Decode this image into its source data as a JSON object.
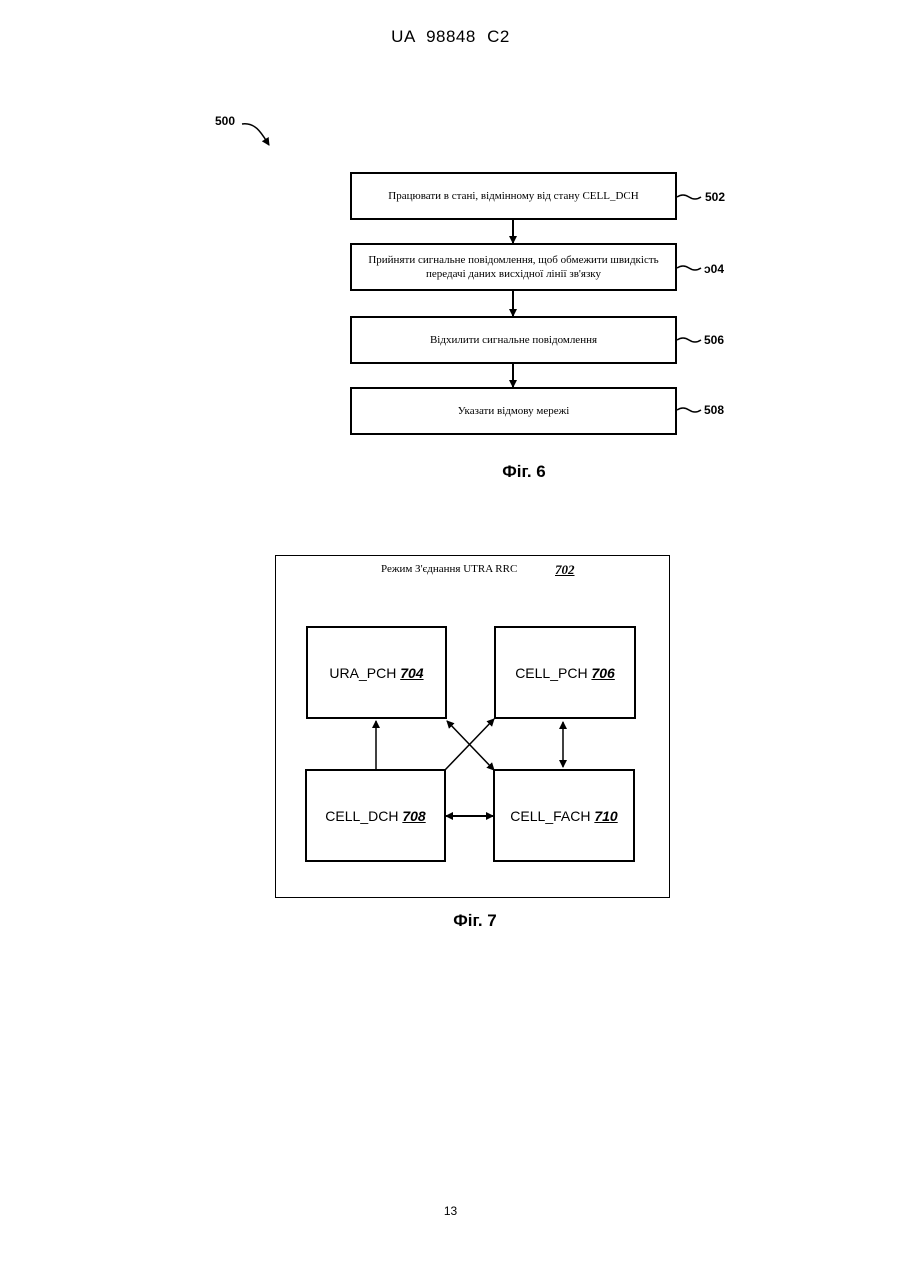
{
  "header": {
    "patent_number": "UA   98848   C2"
  },
  "figure6": {
    "ref_main": "500",
    "steps": [
      {
        "ref": "502",
        "text": "Працювати в стані, відмінному від стану CELL_DCH"
      },
      {
        "ref": "ɔ04",
        "text": "Прийняти сигнальне повідомлення, щоб обмежити швидкість передачі даних висхідної лінії зв'язку"
      },
      {
        "ref": "506",
        "text": "Відхилити сигнальне повідомлення"
      },
      {
        "ref": "508",
        "text": "Указати відмову мережі"
      }
    ],
    "caption": "Фіг. 6"
  },
  "figure7": {
    "outer_label": "Режим З'єднання UTRA RRC",
    "outer_ref": "702",
    "states": {
      "ura_pch": {
        "label": "URA_PCH",
        "ref": "704"
      },
      "cell_pch": {
        "label": "CELL_PCH",
        "ref": "706"
      },
      "cell_dch": {
        "label": "CELL_DCH",
        "ref": "708"
      },
      "cell_fach": {
        "label": "CELL_FACH",
        "ref": "710"
      }
    },
    "caption": "Фіг. 7"
  },
  "footer": {
    "page_number": "13"
  }
}
